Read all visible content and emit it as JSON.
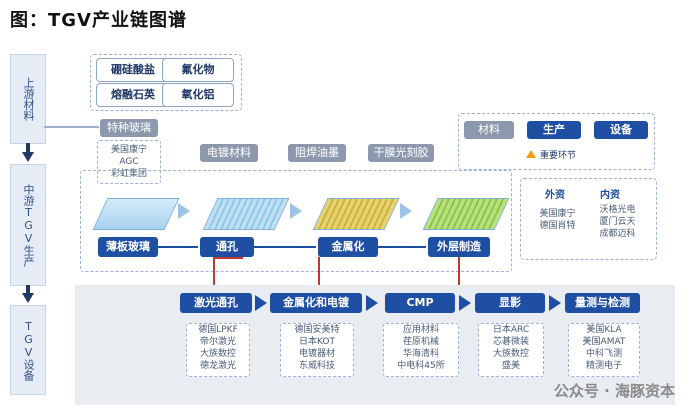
{
  "title": "图：TGV产业链图谱",
  "stages": {
    "upstream": "上游材料",
    "midstream": "中游TGV生产",
    "downstream": "TGV设备"
  },
  "materials": [
    "硼硅酸盐",
    "氟化物",
    "熔融石英",
    "氧化铝"
  ],
  "special_glass": {
    "label": "特种玻璃",
    "vendors": "美国康宁\nAGC\n彩虹集团"
  },
  "process_materials": [
    "电镀材料",
    "阻焊油墨",
    "干膜光刻胶"
  ],
  "legend": {
    "material": "材料",
    "production": "生产",
    "equipment": "设备",
    "key_link": "重要环节"
  },
  "vendors": {
    "foreign_title": "外资",
    "domestic_title": "内资",
    "foreign": "美国康宁\n德国肖特",
    "domestic": "沃格光电\n厦门云天\n成都迈科"
  },
  "production_steps": [
    "薄板玻璃",
    "通孔",
    "金属化",
    "外层制造"
  ],
  "equipment_steps": [
    "激光通孔",
    "金属化和电镀",
    "CMP",
    "显影",
    "量测与检测"
  ],
  "equipment_vendors": [
    "德国LPKF\n帝尔激光\n大族数控\n德龙激光",
    "德国安美特\n日本KOT\n电镀器材\n东威科技",
    "应用材料\n荏原机械\n华海清科\n中电科45所",
    "日本ARC\n芯碁微装\n大族数控\n盛美",
    "美国KLA\n美国AMAT\n中科飞测\n精测电子"
  ],
  "watermark": "公众号 · 海豚资本",
  "colors": {
    "primary": "#1f4fa3",
    "grey": "#8c99ad",
    "accent": "#f39c12",
    "line": "#c0392b"
  }
}
